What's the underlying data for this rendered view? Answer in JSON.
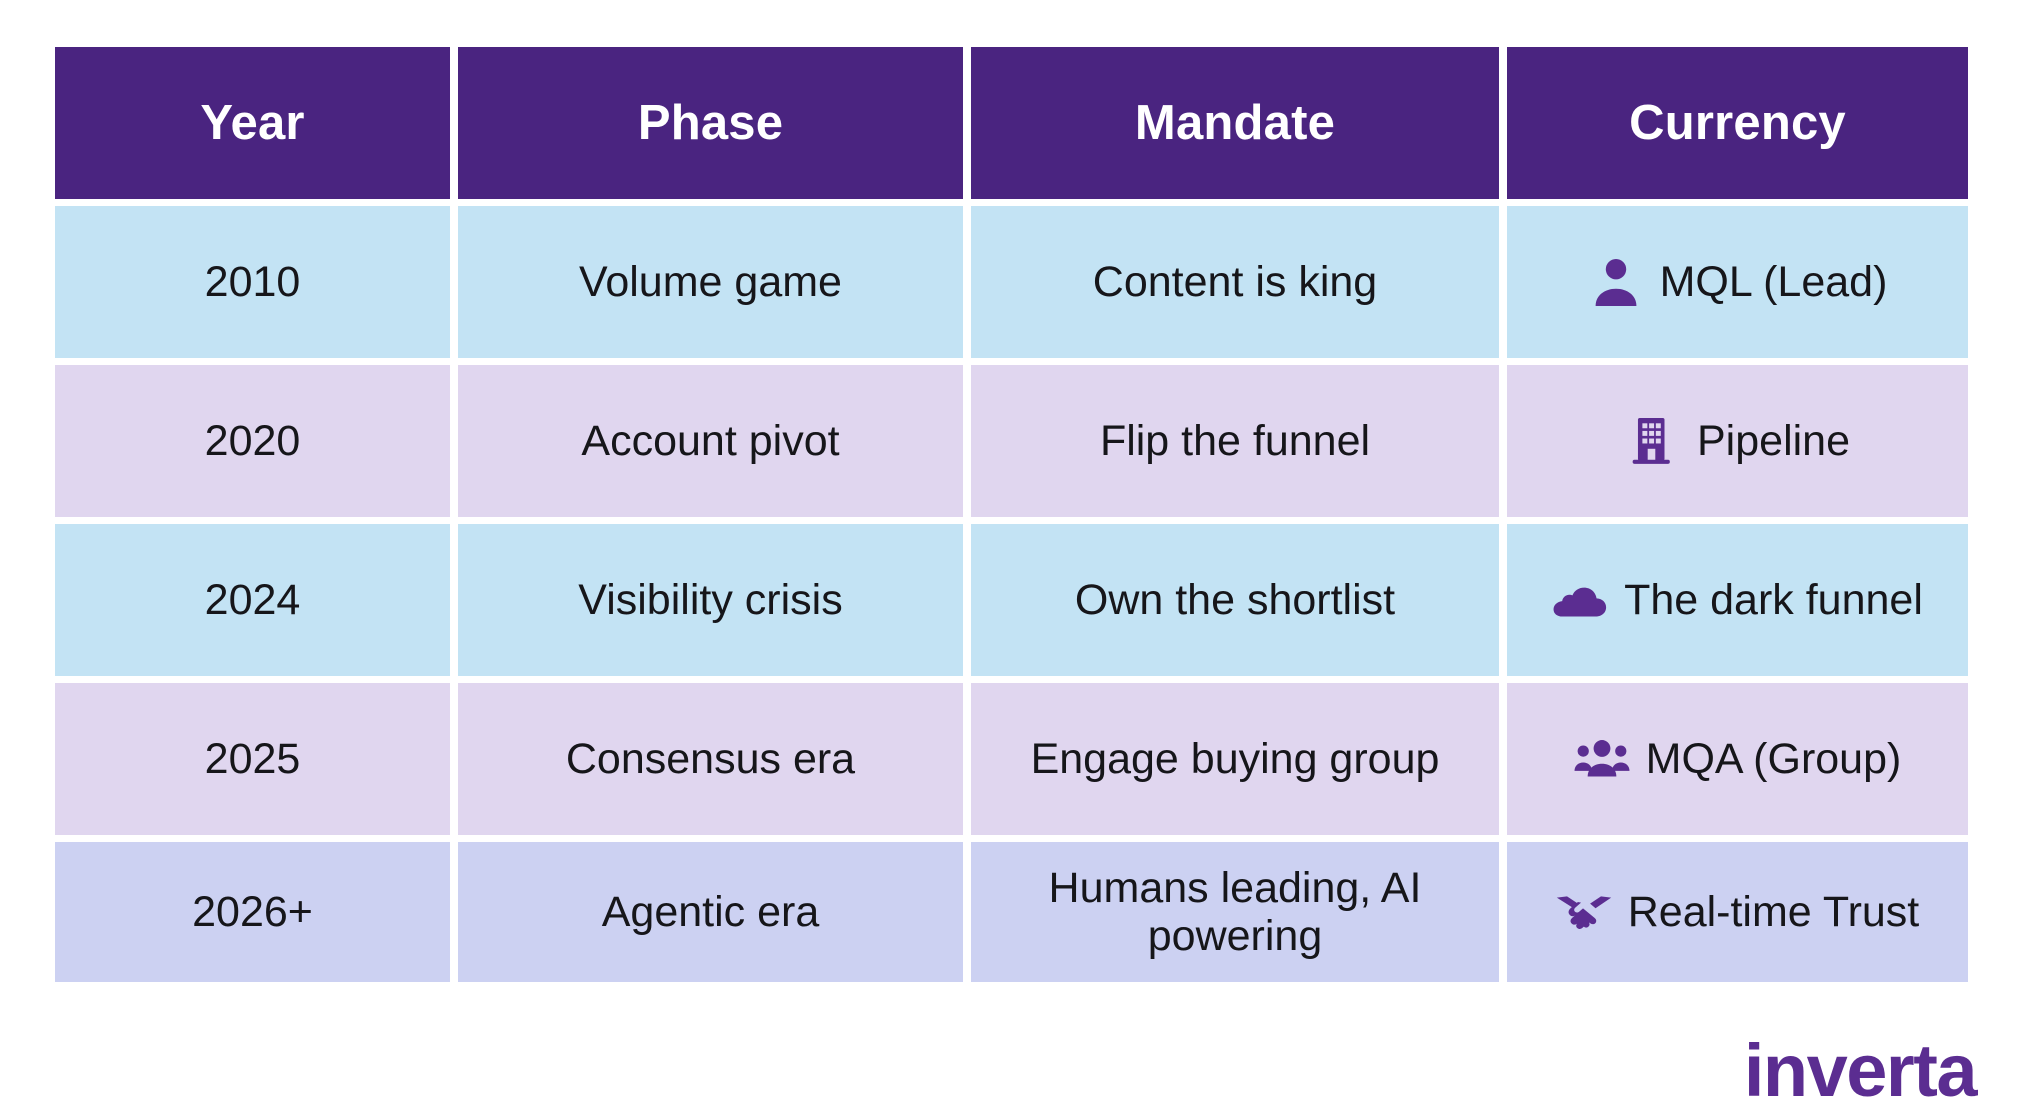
{
  "brand": {
    "logo_text": "inverta",
    "header_bg": "#4a2480",
    "icon_color": "#5b2d91",
    "row_blue": "#c3e3f4",
    "row_lavender": "#e0d6ef",
    "row_periwinkle": "#ccd1f2",
    "header_text_color": "#ffffff",
    "body_text_color": "#16161a"
  },
  "table": {
    "columns": [
      {
        "key": "year",
        "label": "Year"
      },
      {
        "key": "phase",
        "label": "Phase"
      },
      {
        "key": "mandate",
        "label": "Mandate"
      },
      {
        "key": "currency",
        "label": "Currency"
      }
    ],
    "rows": [
      {
        "year": "2010",
        "phase": "Volume game",
        "mandate": "Content is king",
        "currency_label": "MQL (Lead)",
        "currency_icon": "person-icon",
        "tint": "blue"
      },
      {
        "year": "2020",
        "phase": "Account pivot",
        "mandate": "Flip the funnel",
        "currency_label": "Pipeline",
        "currency_icon": "office-building-icon",
        "tint": "lavender"
      },
      {
        "year": "2024",
        "phase": "Visibility crisis",
        "mandate": "Own the shortlist",
        "currency_label": "The dark funnel",
        "currency_icon": "cloud-icon",
        "tint": "blue"
      },
      {
        "year": "2025",
        "phase": "Consensus era",
        "mandate": "Engage buying group",
        "currency_label": "MQA (Group)",
        "currency_icon": "people-group-icon",
        "tint": "lavender"
      },
      {
        "year": "2026+",
        "phase": "Agentic era",
        "mandate": "Humans leading, AI powering",
        "currency_label": "Real-time Trust",
        "currency_icon": "handshake-icon",
        "tint": "periwinkle"
      }
    ]
  }
}
